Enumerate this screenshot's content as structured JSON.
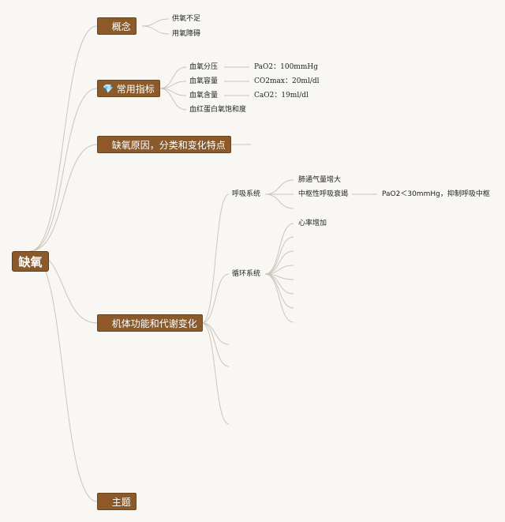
{
  "root": {
    "label": "缺氧"
  },
  "topics": {
    "concept": {
      "label": "概念",
      "icon": "diamond-outline-icon",
      "children": [
        "供氧不足",
        "用氧障碍"
      ]
    },
    "indices": {
      "label": "常用指标",
      "icon": "gem-icon",
      "children": [
        {
          "label": "血氧分压",
          "value": "PaO2：100mmHg"
        },
        {
          "label": "血氧容量",
          "value": "CO2max：20ml/dl"
        },
        {
          "label": "血氧含量",
          "value": "CaO2：19ml/dl"
        },
        {
          "label": "血红蛋白氧饱和度",
          "value": ""
        }
      ]
    },
    "causes": {
      "label": "缺氧原因，分类和变化特点",
      "icon": "diamond-outline-icon"
    },
    "function": {
      "label": "机体功能和代谢变化",
      "icon": "diamond-outline-icon",
      "respiratory": {
        "label": "呼吸系统",
        "children": [
          {
            "label": "肺通气量增大",
            "value": ""
          },
          {
            "label": "中枢性呼吸衰竭",
            "value": "PaO2＜30mmHg，抑制呼吸中枢"
          }
        ]
      },
      "circulatory": {
        "label": "循环系统",
        "children": [
          "心率增加"
        ]
      }
    },
    "theme": {
      "label": "主题",
      "icon": "diamond-outline-icon"
    }
  },
  "colors": {
    "topic_bg": "#8b5a2b",
    "line": "#c9c6be",
    "accent_icon": "#d8432a",
    "gem": "#f3c623"
  }
}
